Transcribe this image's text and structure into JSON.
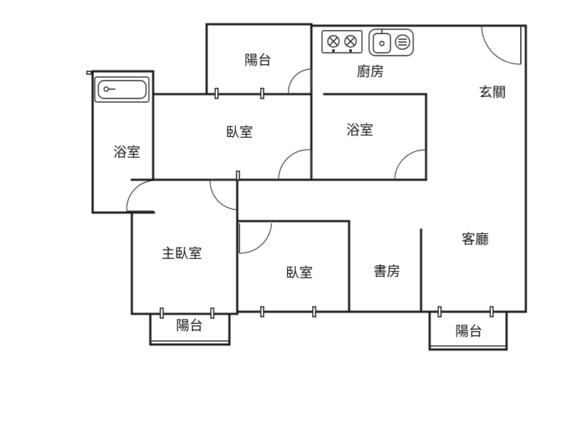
{
  "rooms": {
    "balcony_top": "陽台",
    "kitchen": "廚房",
    "entrance": "玄關",
    "bathroom_left": "浴室",
    "bedroom_top": "臥室",
    "bathroom_center": "浴室",
    "master_bedroom": "主臥室",
    "bedroom_bottom": "臥室",
    "study": "書房",
    "living_room": "客廳",
    "balcony_bottom_left": "陽台",
    "balcony_bottom_right": "陽台"
  },
  "fixtures": {
    "stove": "stove-icon",
    "sink": "sink-icon",
    "bathtub": "bathtub-icon"
  },
  "colors": {
    "wall": "#1a1a1a",
    "background": "#ffffff"
  }
}
